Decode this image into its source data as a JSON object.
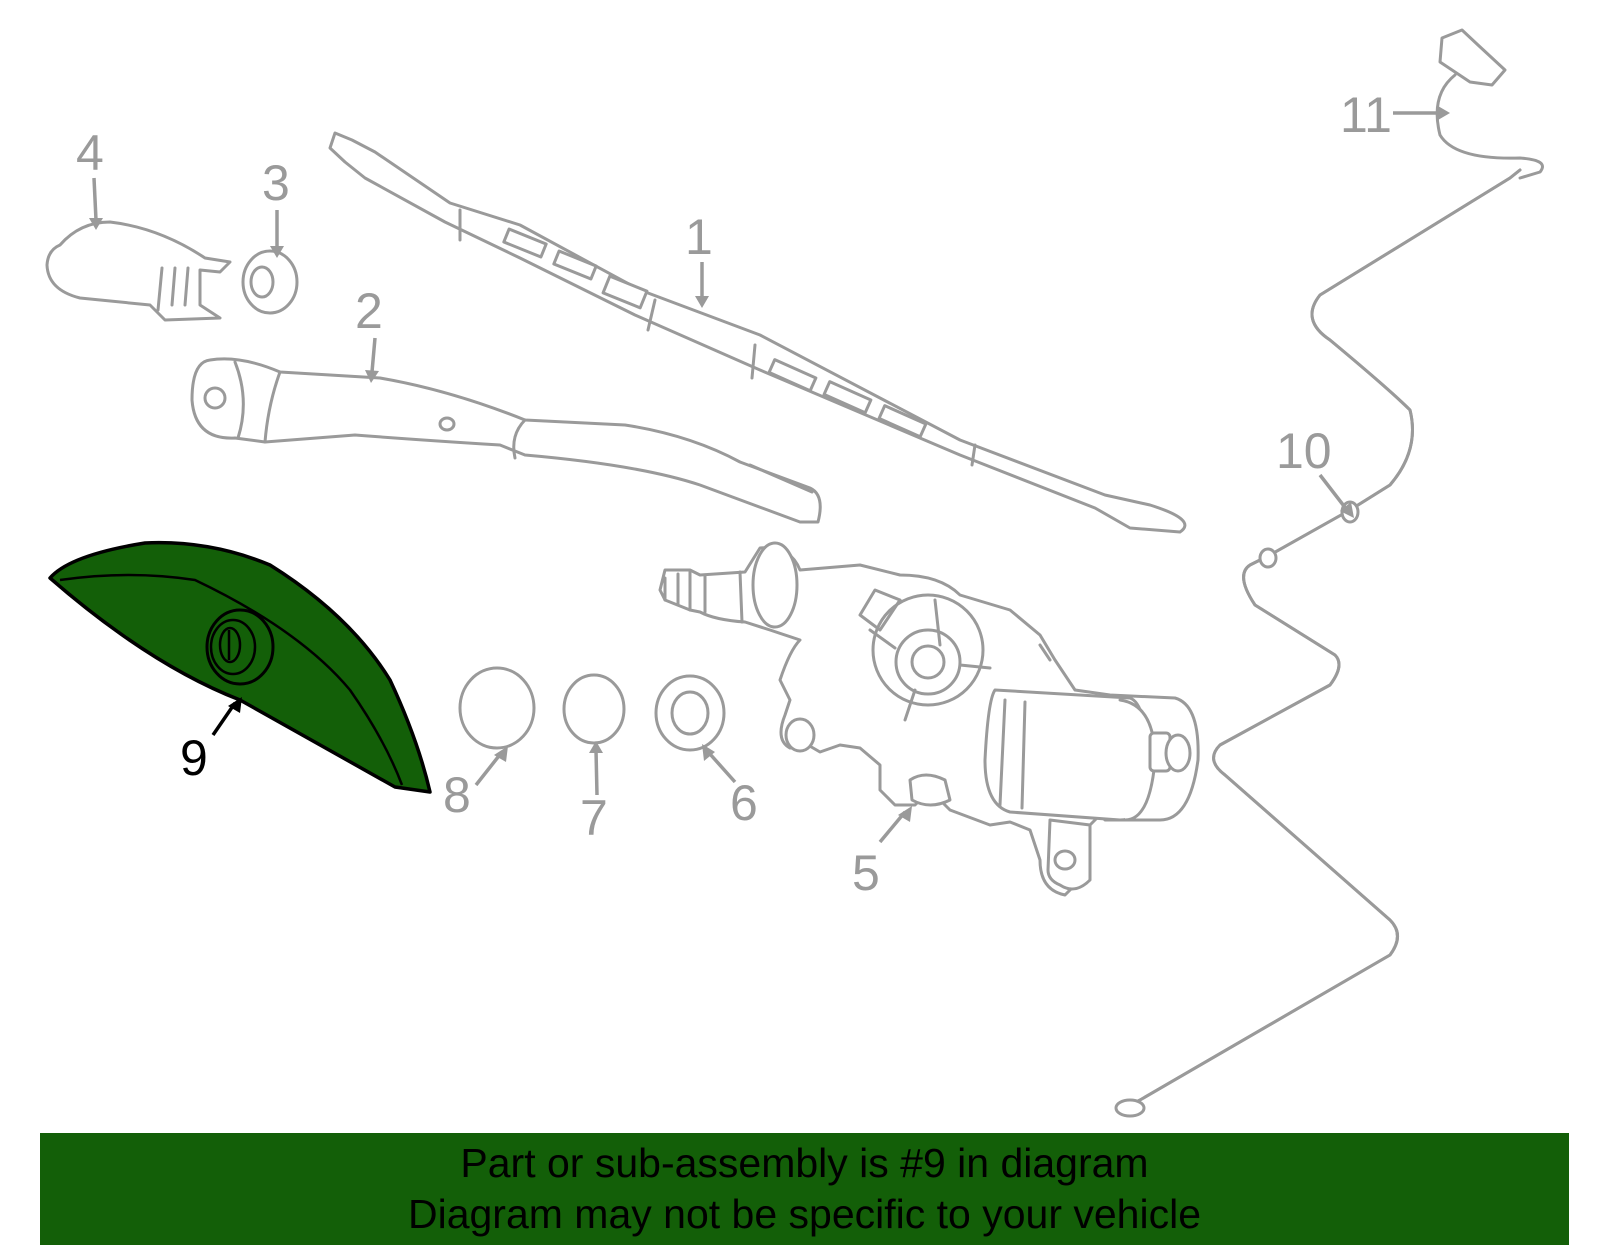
{
  "diagram": {
    "callouts": [
      {
        "id": "1",
        "label": "1"
      },
      {
        "id": "2",
        "label": "2"
      },
      {
        "id": "3",
        "label": "3"
      },
      {
        "id": "4",
        "label": "4"
      },
      {
        "id": "5",
        "label": "5"
      },
      {
        "id": "6",
        "label": "6"
      },
      {
        "id": "7",
        "label": "7"
      },
      {
        "id": "8",
        "label": "8"
      },
      {
        "id": "9",
        "label": "9"
      },
      {
        "id": "10",
        "label": "10"
      },
      {
        "id": "11",
        "label": "11"
      }
    ],
    "highlighted_part": "9",
    "colors": {
      "highlight_fill": "#135f08",
      "part_stroke": "#9a9a9a",
      "banner": "#135f08"
    }
  },
  "banner": {
    "line1": "Part or sub-assembly is #9 in diagram",
    "line2": "Diagram may not be specific to your vehicle"
  }
}
